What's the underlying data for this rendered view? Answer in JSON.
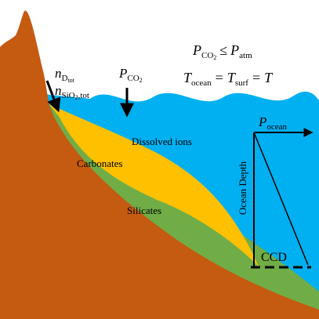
{
  "diagram": {
    "equations": {
      "pco2_line": {
        "lhs_symbol": "P",
        "lhs_sub": "CO",
        "lhs_sub2": "2",
        "relation": "≤",
        "rhs_symbol": "P",
        "rhs_sub": "atm"
      },
      "temp_line": {
        "a_symbol": "T",
        "a_sub": "ocean",
        "eq1": "=",
        "b_symbol": "T",
        "b_sub": "surf",
        "eq2": "=",
        "c_symbol": "T"
      }
    },
    "arrows": {
      "input_fluxes": {
        "nd_symbol": "n",
        "nd_sub": "D",
        "nd_subsub": "tot",
        "nsi_symbol": "n",
        "nsi_sub": "SiO",
        "nsi_subsub2": "2",
        "nsi_subsub": ",tot"
      },
      "pco2_arrow": {
        "symbol": "P",
        "sub": "CO",
        "sub2": "2"
      }
    },
    "regions": {
      "dissolved_ions": "Dissolved ions",
      "carbonates": "Carbonates",
      "silicates": "Silicates"
    },
    "pressure_plot": {
      "x_symbol": "P",
      "x_sub": "ocean",
      "y_label": "Ocean Depth",
      "ccd_label": "CCD"
    },
    "colors": {
      "ocean": "#00b0f0",
      "land": "#c55a11",
      "carbonates": "#ffc000",
      "silicates": "#70ad47",
      "ink": "#000000"
    }
  }
}
